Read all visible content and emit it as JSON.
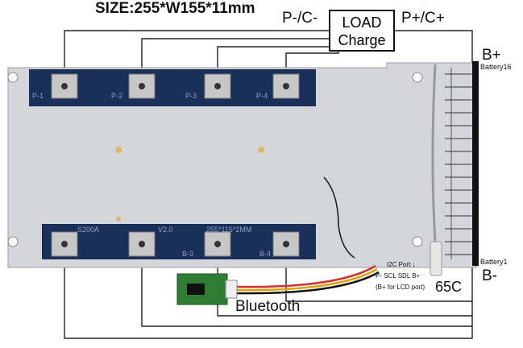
{
  "title": "SIZE:255*W155*11mm",
  "terminals": {
    "p_minus": "P-/C-",
    "p_plus": "P+/C+"
  },
  "load": {
    "line1": "LOAD",
    "line2": "Charge"
  },
  "battery": {
    "b_plus": "B+",
    "b_minus": "B-",
    "top_cell": "Battery16",
    "bottom_cell": "Battery1"
  },
  "temperature": "65C",
  "bluetooth": "Bluetooth",
  "port": {
    "i2c": "I2C Port",
    "pins": "P- SCL SDL B+",
    "lcd": "(B+ for LCD port)"
  },
  "silkscreen": {
    "top": [
      "P-1",
      "P-2",
      "P-3",
      "P-4"
    ],
    "bottom": [
      "B-3",
      "B-4"
    ],
    "board_text": "255*115*2MM",
    "model": "S200A",
    "rev": "V2.0"
  },
  "colors": {
    "pcb": "#1a2f5a",
    "plate": "#d4d6da",
    "pad": "#bfbfbf",
    "bt_module": "#2e7d32"
  }
}
